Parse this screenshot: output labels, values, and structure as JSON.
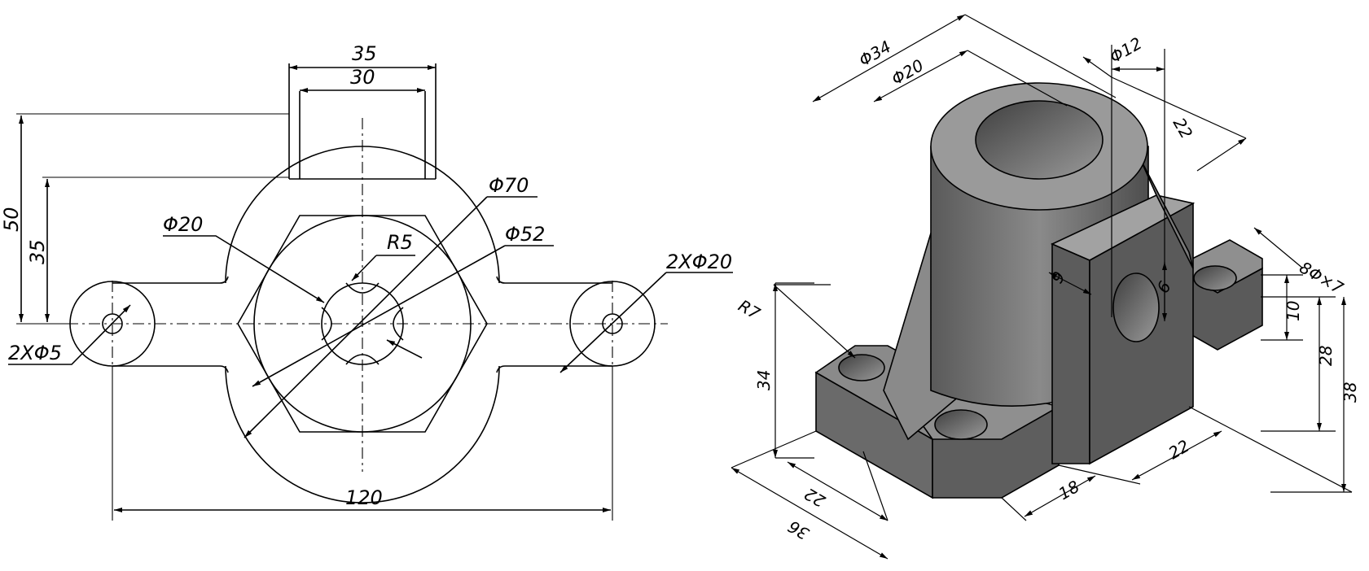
{
  "front_view": {
    "dim_width_top": "35",
    "dim_width_inner": "30",
    "dim_height_total": "50",
    "dim_height_lower": "35",
    "dim_phi20": "Φ20",
    "dim_phi70": "Φ70",
    "dim_r5": "R5",
    "dim_phi52": "Φ52",
    "dim_2x_phi20": "2XΦ20",
    "dim_2x_phi5": "2XΦ5",
    "dim_length": "120"
  },
  "iso_view": {
    "dim_phi34": "Φ34",
    "dim_phi20": "Φ20",
    "dim_phi12": "Φ12",
    "dim_22_top": "22",
    "dim_9": "9",
    "dim_6": "6",
    "dim_r7": "R7",
    "dim_34": "34",
    "dim_8phi7": "8Φ×7",
    "dim_10": "10",
    "dim_28": "28",
    "dim_38": "38",
    "dim_22_bottom_right": "22",
    "dim_18": "18",
    "dim_22_bottom_left": "22",
    "dim_36": "36"
  },
  "colors": {
    "line": "#000000",
    "solid_dark": "#4a4a4a",
    "solid_mid": "#6e6e6e",
    "solid_light": "#8f8f8f",
    "solid_lightest": "#a8a8a8"
  }
}
